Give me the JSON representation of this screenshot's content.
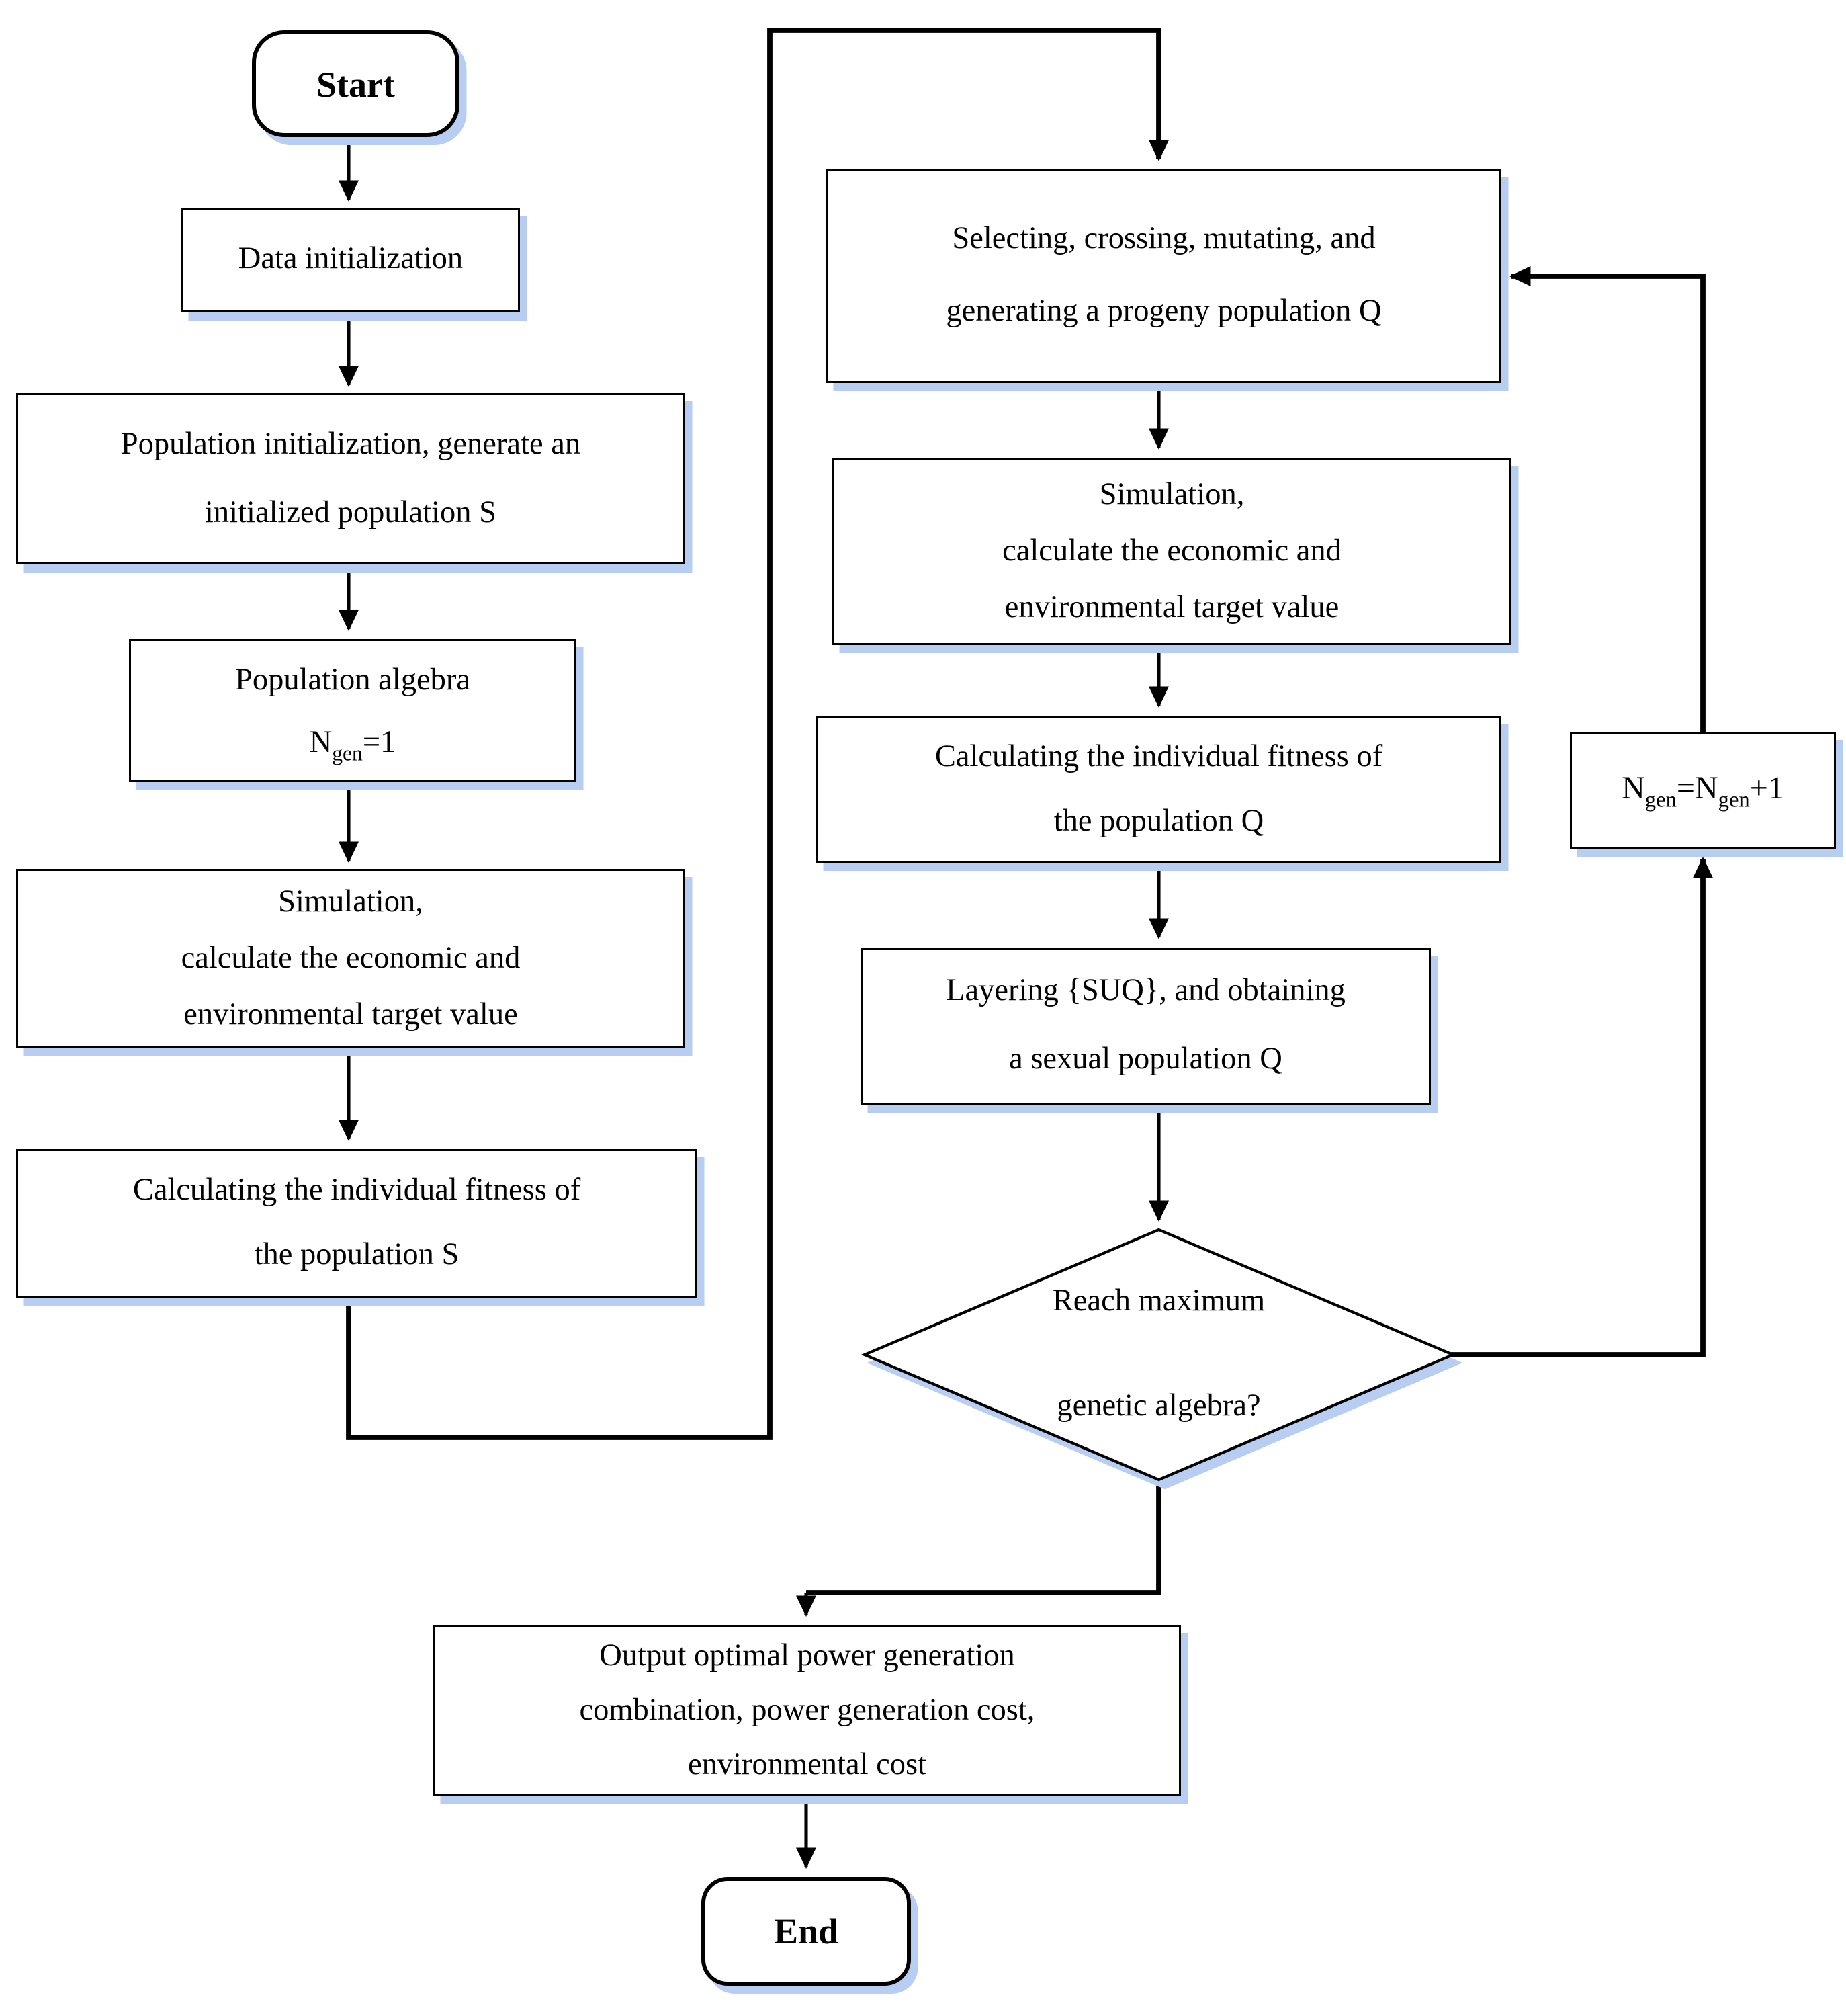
{
  "colors": {
    "line": "#000000",
    "box_bg": "#ffffff",
    "shadow": "#b7cdf1"
  },
  "nodes": {
    "start": {
      "label": "Start"
    },
    "data_init": {
      "label": "Data initialization"
    },
    "pop_init": {
      "lines": [
        "Population initialization, generate an",
        "initialized population S"
      ]
    },
    "pop_algebra": {
      "title": "Population algebra",
      "formula": [
        {
          "t": "N"
        },
        {
          "sub": "gen"
        },
        {
          "t": "=1"
        }
      ]
    },
    "sim_s": {
      "lines": [
        "Simulation,",
        "calculate the economic and",
        "environmental target value"
      ]
    },
    "fitness_s": {
      "lines": [
        "Calculating the individual fitness of",
        "the population S"
      ]
    },
    "selecting": {
      "lines": [
        "Selecting, crossing, mutating, and",
        "generating a progeny population Q"
      ]
    },
    "sim_q": {
      "lines": [
        "Simulation,",
        "calculate the economic and",
        "environmental target value"
      ]
    },
    "fitness_q": {
      "lines": [
        "Calculating the individual fitness of",
        "the population Q"
      ]
    },
    "layering": {
      "lines": [
        "Layering {SUQ}, and obtaining",
        "a sexual population Q"
      ]
    },
    "decision": {
      "lines": [
        "Reach maximum",
        "genetic algebra?"
      ]
    },
    "counter": {
      "formula": [
        {
          "t": "N"
        },
        {
          "sub": "gen"
        },
        {
          "t": "=N"
        },
        {
          "sub": "gen"
        },
        {
          "t": "+1"
        }
      ]
    },
    "output": {
      "lines": [
        "Output optimal power generation",
        "combination, power generation cost,",
        "environmental cost"
      ]
    },
    "end": {
      "label": "End"
    }
  }
}
